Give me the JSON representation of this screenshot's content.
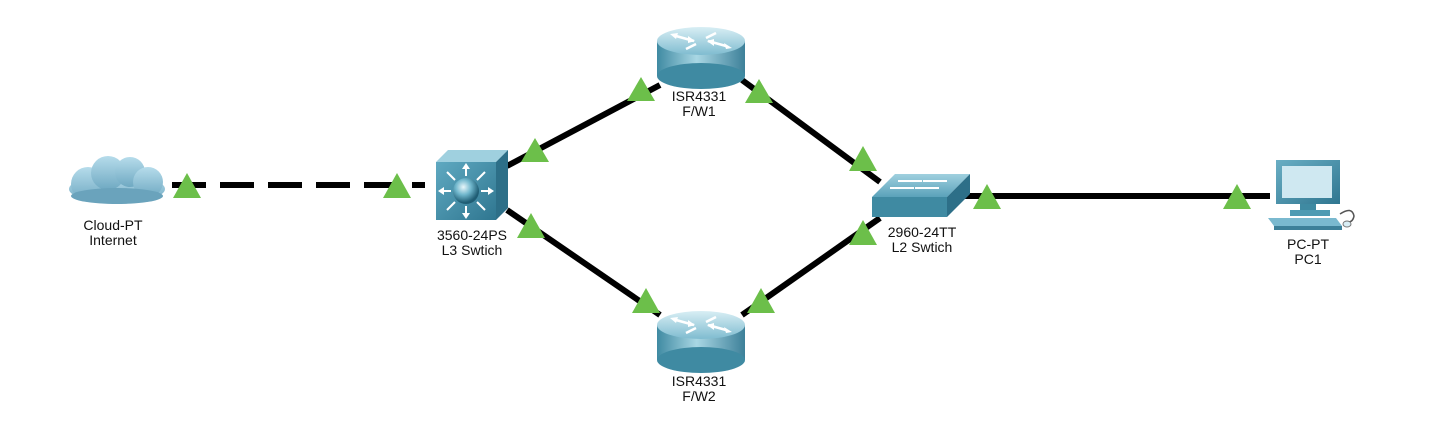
{
  "devices": {
    "cloud": {
      "model": "Cloud-PT",
      "name": "Internet"
    },
    "l3switch": {
      "model": "3560-24PS",
      "name": "L3 Swtich"
    },
    "fw1": {
      "model": "ISR4331",
      "name": "F/W1"
    },
    "fw2": {
      "model": "ISR4331",
      "name": "F/W2"
    },
    "l2switch": {
      "model": "2960-24TT",
      "name": "L2 Swtich"
    },
    "pc": {
      "model": "PC-PT",
      "name": "PC1"
    }
  },
  "links": [
    {
      "from": "cloud",
      "to": "l3switch",
      "style": "dashed",
      "status": "up"
    },
    {
      "from": "l3switch",
      "to": "fw1",
      "style": "solid",
      "status": "up"
    },
    {
      "from": "l3switch",
      "to": "fw2",
      "style": "solid",
      "status": "up"
    },
    {
      "from": "fw1",
      "to": "l2switch",
      "style": "solid",
      "status": "up"
    },
    {
      "from": "fw2",
      "to": "l2switch",
      "style": "solid",
      "status": "up"
    },
    {
      "from": "l2switch",
      "to": "pc",
      "style": "solid",
      "status": "up"
    }
  ],
  "colors": {
    "link": "#000000",
    "link_up_indicator": "#6cbf4a",
    "device_teal": "#4e9bb3",
    "cloud": "#8ec3d6"
  }
}
